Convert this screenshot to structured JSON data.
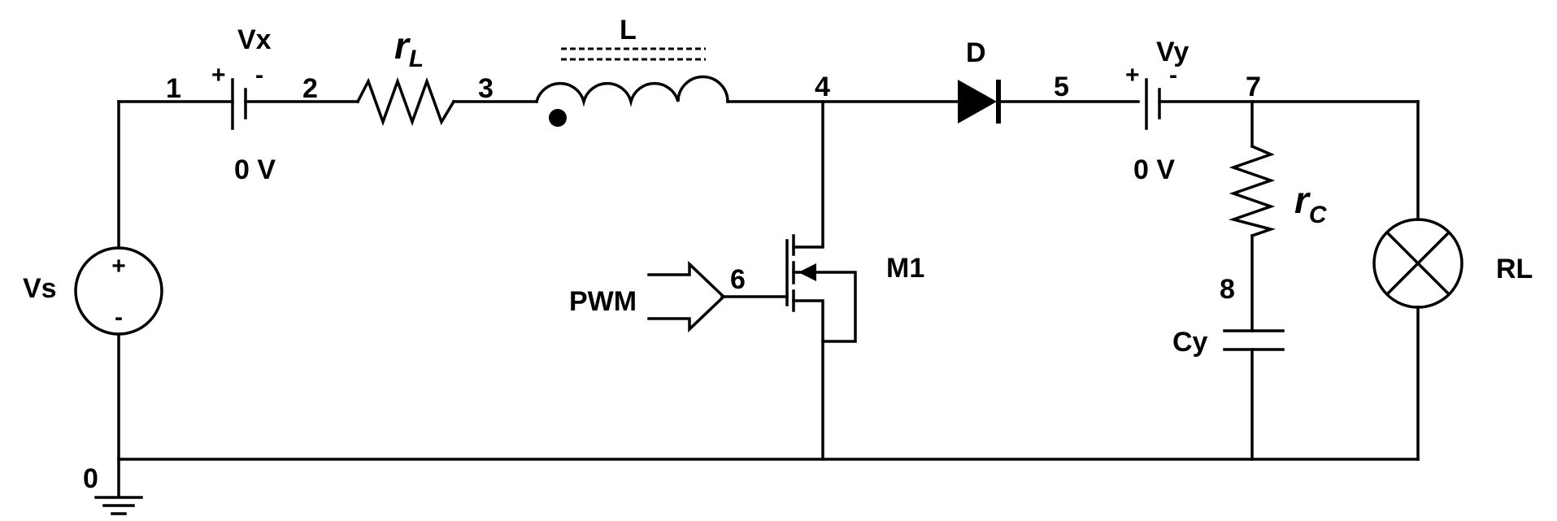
{
  "nodes": {
    "n0": "0",
    "n1": "1",
    "n2": "2",
    "n3": "3",
    "n4": "4",
    "n5": "5",
    "n6": "6",
    "n7": "7",
    "n8": "8"
  },
  "source": {
    "name": "Vs",
    "plus": "+",
    "minus": "-"
  },
  "vx": {
    "name": "Vx",
    "value": "0 V",
    "plus": "+",
    "minus": "-"
  },
  "vy": {
    "name": "Vy",
    "value": "0 V",
    "plus": "+",
    "minus": "-"
  },
  "rl_series": {
    "symbol": "r",
    "subscript": "L"
  },
  "inductor": {
    "name": "L"
  },
  "diode": {
    "name": "D"
  },
  "mosfet": {
    "name": "M1"
  },
  "pwm": {
    "name": "PWM"
  },
  "rc": {
    "symbol": "r",
    "subscript": "C"
  },
  "capacitor": {
    "name": "Cy"
  },
  "load": {
    "name": "RL"
  }
}
